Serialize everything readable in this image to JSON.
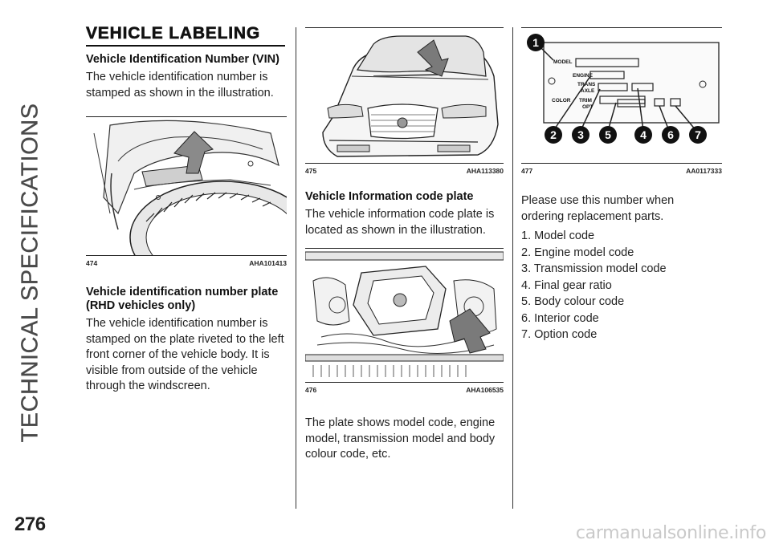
{
  "side_title": "TECHNICAL SPECIFICATIONS",
  "page_number": "276",
  "watermark": "carmanualsonline.info",
  "col1": {
    "section_title": "VEHICLE LABELING",
    "vin_heading": "Vehicle Identification Number (VIN)",
    "vin_text": "The vehicle identification number is stamped as shown in the illustration.",
    "fig_number": "474",
    "fig_code": "AHA101413",
    "plate_heading": "Vehicle identification number plate (RHD vehicles only)",
    "plate_text": "The vehicle identification number is stamped on the plate riveted to the left front corner of the vehicle body. It is visible from outside of the vehicle through the windscreen."
  },
  "col2": {
    "fig1_number": "475",
    "fig1_code": "AHA113380",
    "info_heading": "Vehicle Information code plate",
    "info_text": "The vehicle information code plate is located as shown in the illustration.",
    "fig2_number": "476",
    "fig2_code": "AHA106535",
    "plate_text": "The plate shows model code, engine model, transmission model and body colour code, etc."
  },
  "col3": {
    "fig_number": "477",
    "fig_code": "AA0117333",
    "plate_labels": [
      "MODEL",
      "ENGINE",
      "TRANS",
      "AXLE",
      "COLOR",
      "TRIM",
      "OPT"
    ],
    "callouts": [
      "1",
      "2",
      "3",
      "5",
      "4",
      "6",
      "7"
    ],
    "intro": "Please use this number when ordering replacement parts.",
    "items": [
      "1. Model code",
      "2. Engine model code",
      "3. Transmission model code",
      "4. Final gear ratio",
      "5. Body colour code",
      "6. Interior code",
      "7. Option code"
    ]
  }
}
